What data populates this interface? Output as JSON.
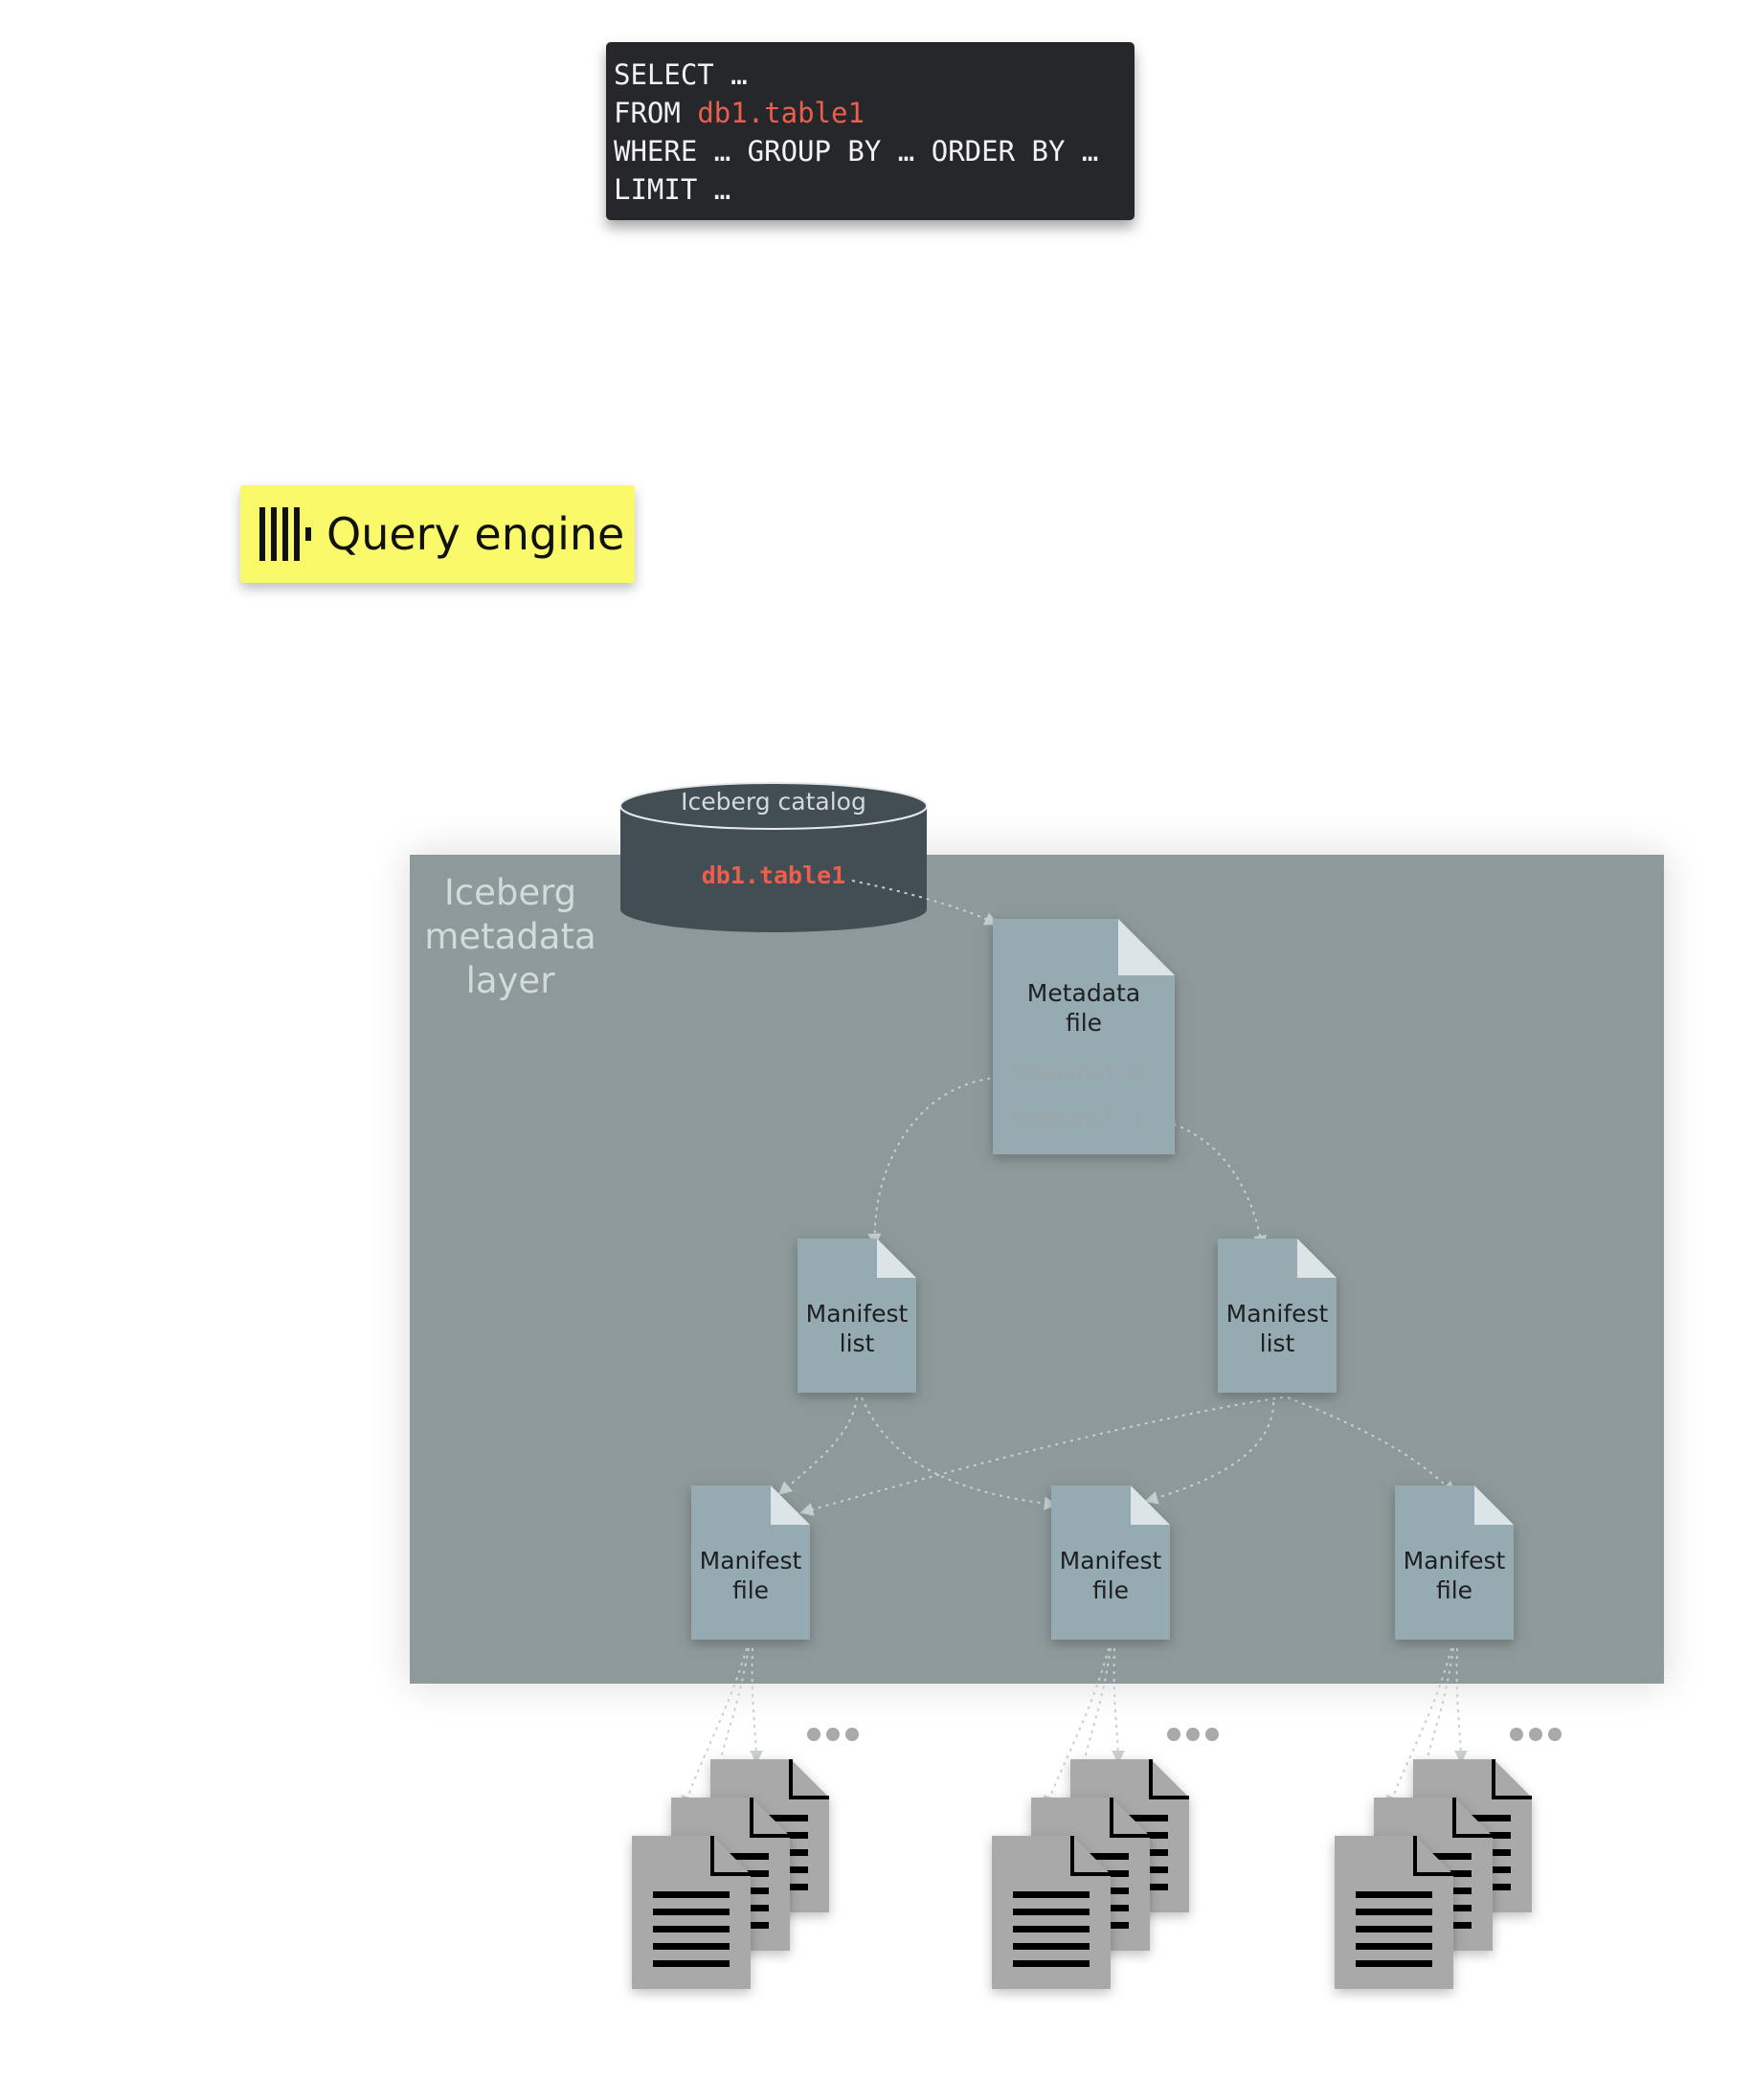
{
  "sql": {
    "line1": "SELECT …",
    "line2_prefix": "FROM ",
    "line2_table": "db1.table1",
    "line3": "WHERE … GROUP BY … ORDER BY …",
    "line4": "LIMIT …"
  },
  "query_engine": {
    "label": "Query engine"
  },
  "metadata_layer": {
    "title": "Iceberg\nmetadata\nlayer"
  },
  "catalog": {
    "title": "Iceberg catalog",
    "table": "db1.table1"
  },
  "metadata_file": {
    "label": "Metadata\nfile",
    "snapshots": [
      "Snapshot-0",
      "Snapshot-1"
    ]
  },
  "manifest_lists": [
    {
      "label": "Manifest\nlist"
    },
    {
      "label": "Manifest\nlist"
    }
  ],
  "manifest_files": [
    {
      "label": "Manifest\nfile"
    },
    {
      "label": "Manifest\nfile"
    },
    {
      "label": "Manifest\nfile"
    }
  ],
  "colors": {
    "sql_bg": "#26272b",
    "accent_red": "#ee5e4c",
    "query_engine_bg": "#faf96a",
    "layer_bg": "#8d999a",
    "doc_bg": "#96aab1",
    "catalog_bg": "#434e54",
    "data_file_bg": "#a9a9a9"
  }
}
